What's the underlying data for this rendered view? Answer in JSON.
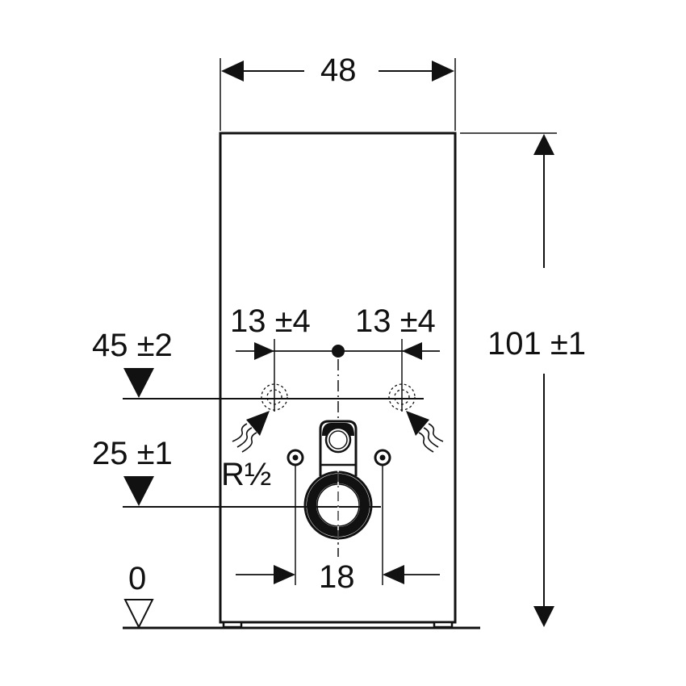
{
  "drawing": {
    "type": "technical dimension drawing",
    "subject": "installation frame / sanitary module front elevation",
    "units": "cm",
    "colors": {
      "line": "#111111",
      "background": "#ffffff"
    }
  },
  "dimensions": {
    "width": {
      "value": "48",
      "label": "48"
    },
    "height": {
      "value": "101",
      "tolerance": "±1",
      "label": "101 ±1"
    },
    "left_offset": {
      "value": "13",
      "tolerance": "±4",
      "label": "13 ±4"
    },
    "right_offset": {
      "value": "13",
      "tolerance": "±4",
      "label": "13 ±4"
    },
    "fixing_spacing": {
      "value": "18",
      "label": "18"
    }
  },
  "levels": [
    {
      "value": "45",
      "tolerance": "±2",
      "label": "45 ±2",
      "marker": "filled-triangle"
    },
    {
      "value": "25",
      "tolerance": "±1",
      "label": "25 ±1",
      "marker": "filled-triangle"
    },
    {
      "value": "0",
      "label": "0",
      "marker": "open-triangle"
    }
  ],
  "annotations": {
    "thread": "R½"
  },
  "icons": [
    "water-inlet-left-icon",
    "water-inlet-right-icon",
    "flush-pipe-connector-icon",
    "drain-outlet-icon",
    "fixing-bolt-left-icon",
    "fixing-bolt-right-icon"
  ]
}
